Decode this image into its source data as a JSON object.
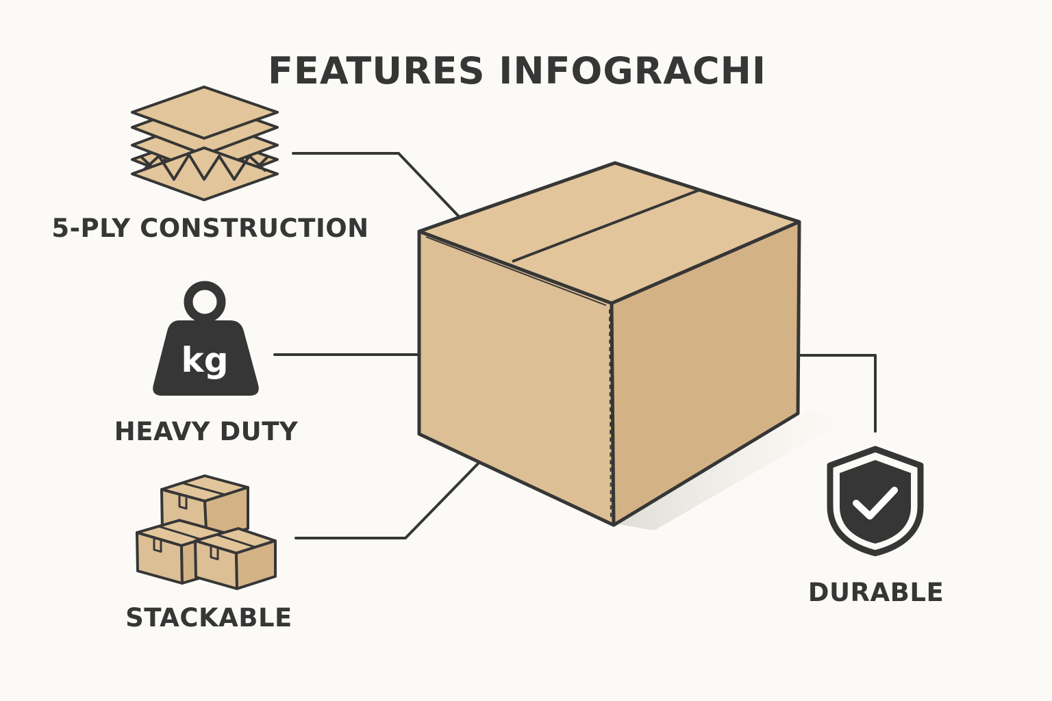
{
  "title": "FEATURES INFOGRACHI",
  "features": {
    "ply": "5-PLY CONSTRUCTION",
    "heavy": "HEAVY DUTY",
    "stack": "STACKABLE",
    "durable": "DURABLE"
  },
  "weight_unit": "kg",
  "colors": {
    "background": "#fbfaf6",
    "cardboard_light": "#e2c59a",
    "cardboard_mid": "#dcbf95",
    "cardboard_dark": "#d3b386",
    "outline": "#363636"
  },
  "icons": [
    "cardboard-layers-icon",
    "weight-icon",
    "stacked-boxes-icon",
    "shield-check-icon"
  ]
}
